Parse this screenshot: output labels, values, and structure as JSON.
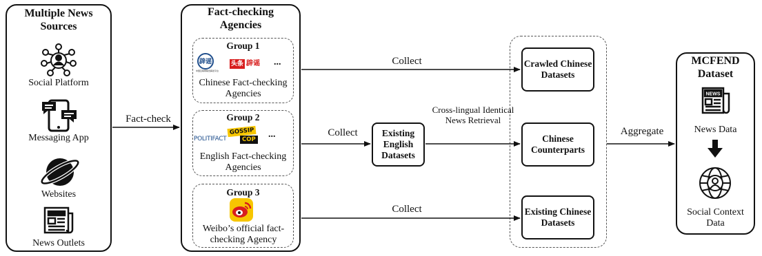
{
  "sources": {
    "title": "Multiple News Sources",
    "items": [
      "Social Platform",
      "Messaging App",
      "Websites",
      "News Outlets"
    ]
  },
  "agencies": {
    "title": "Fact-checking Agencies",
    "groups": [
      {
        "name": "Group 1",
        "label": "Chinese Fact-checking Agencies",
        "ellipsis": "...",
        "logos": [
          "辟谣",
          "头条",
          "辟谣"
        ],
        "logo_subtext": "中国互联网联合辟谣平台"
      },
      {
        "name": "Group 2",
        "label": "English Fact-checking Agencies",
        "ellipsis": "...",
        "logos": [
          "POLITIFACT",
          "GOSSIP",
          "COP"
        ]
      },
      {
        "name": "Group 3",
        "label": "Weibo’s official fact-checking Agency"
      }
    ]
  },
  "arrows": {
    "fact_check": "Fact-check",
    "collect_top": "Collect",
    "collect_mid": "Collect",
    "collect_bottom": "Collect",
    "retrieval": "Cross-lingual Identical News Retrieval",
    "aggregate": "Aggregate"
  },
  "existing_english": "Existing English Datasets",
  "chinese_sets": {
    "crawled": "Crawled Chinese Datasets",
    "counterparts": "Chinese Counterparts",
    "existing": "Existing Chinese Datasets"
  },
  "mcfend": {
    "title": "MCFEND Dataset",
    "news_data": "News Data",
    "social_context": "Social Context Data",
    "news_icon_text": "NEWS"
  },
  "colors": {
    "stroke": "#111111",
    "logo_red": "#d81e1e",
    "logo_yellow": "#f7c600",
    "politifact_blue": "#1f4e8c"
  }
}
